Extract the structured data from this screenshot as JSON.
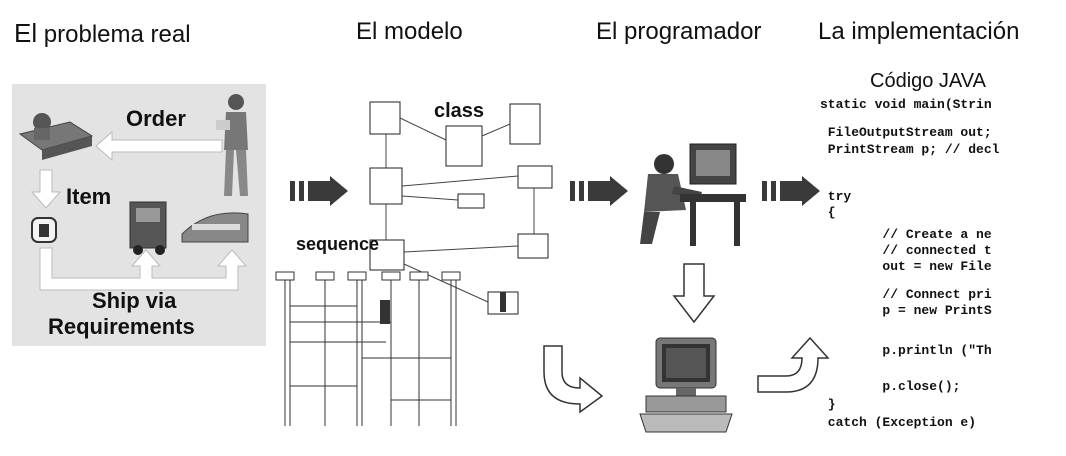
{
  "headers": {
    "problem_prefix": "El",
    "problem": "problema real",
    "model": "El modelo",
    "programmer": "El programador",
    "implementation": "La implementación"
  },
  "problem_panel": {
    "order": "Order",
    "item": "Item",
    "ship_via": "Ship via",
    "requirements": "Requirements"
  },
  "model_panel": {
    "class_label": "class",
    "sequence_label": "sequence"
  },
  "implementation": {
    "title": "Código JAVA",
    "code_lines": [
      "static void main(Strin",
      " FileOutputStream out;",
      " PrintStream p; // decl",
      " try",
      " {",
      "        // Create a ne",
      "        // connected t",
      "        out = new File",
      "        // Connect pri",
      "        p = new PrintS",
      "        p.println (\"Th",
      "        p.close();",
      " }",
      " catch (Exception e)"
    ]
  },
  "colors": {
    "panel_bg": "#e3e3e3",
    "arrow_dark": "#3a3a3a"
  }
}
